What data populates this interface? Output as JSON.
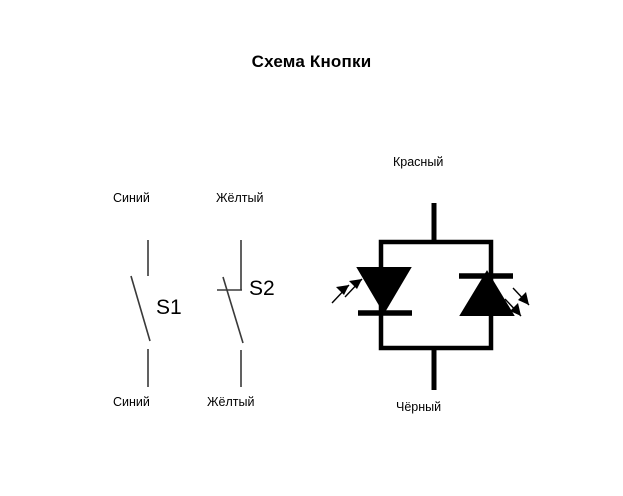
{
  "title": "Схема Кнопки",
  "switches": [
    {
      "id": "S1",
      "label": "S1",
      "top_terminal_label": "Синий",
      "bottom_terminal_label": "Синий",
      "type": "spst-normally-open"
    },
    {
      "id": "S2",
      "label": "S2",
      "top_terminal_label": "Жёлтый",
      "bottom_terminal_label": "Жёлтый",
      "type": "spst-with-contact-bar"
    }
  ],
  "led_block": {
    "top_terminal_label": "Красный",
    "bottom_terminal_label": "Чёрный",
    "description": "anti-parallel LED pair",
    "leds": [
      {
        "position": "left",
        "orientation": "cathode-down",
        "emission_arrows": 2,
        "arrow_direction": "up-left"
      },
      {
        "position": "right",
        "orientation": "cathode-up",
        "emission_arrows": 2,
        "arrow_direction": "down-right"
      }
    ]
  },
  "colors": {
    "background": "#ffffff",
    "ink": "#000000",
    "thin_stroke": "#4d4d4d"
  }
}
